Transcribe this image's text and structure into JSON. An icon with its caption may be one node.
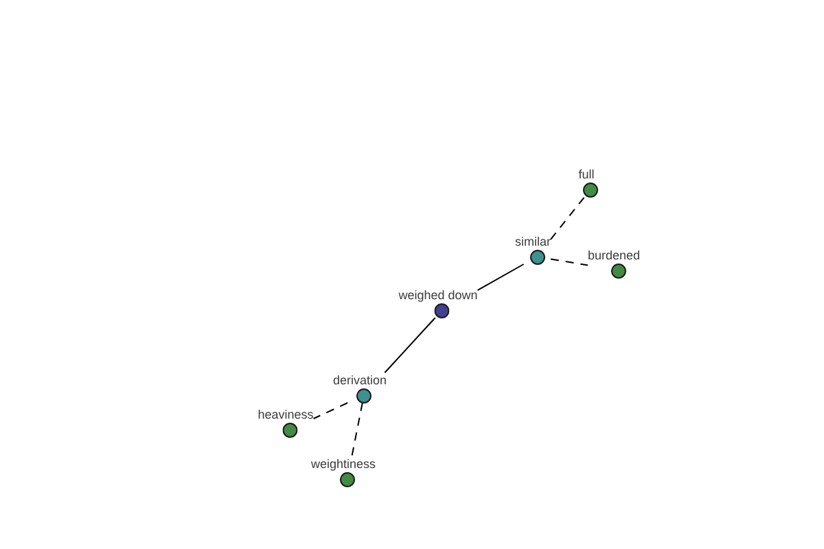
{
  "diagram": {
    "nodes": [
      {
        "text": [
          "full"
        ]
      },
      {
        "text": [
          "similar"
        ]
      },
      {
        "text": [
          "burdened"
        ]
      },
      {
        "text": [
          "weighed down"
        ]
      },
      {
        "text": [
          "derivation"
        ]
      },
      {
        "text": [
          "heaviness"
        ]
      },
      {
        "text": [
          "weightiness"
        ]
      }
    ],
    "edges": [
      {
        "from": 3,
        "to": 1,
        "arrow": "none"
      },
      {
        "from": 3,
        "to": 4,
        "arrow": "none"
      },
      {
        "from": 1,
        "to": 0,
        "arrow": "none",
        "style": "dashed"
      },
      {
        "from": 1,
        "to": 2,
        "arrow": "none",
        "style": "dashed"
      },
      {
        "from": 4,
        "to": 5,
        "arrow": "none",
        "style": "dashed"
      },
      {
        "from": 4,
        "to": 6,
        "arrow": "none",
        "style": "dashed"
      }
    ]
  }
}
